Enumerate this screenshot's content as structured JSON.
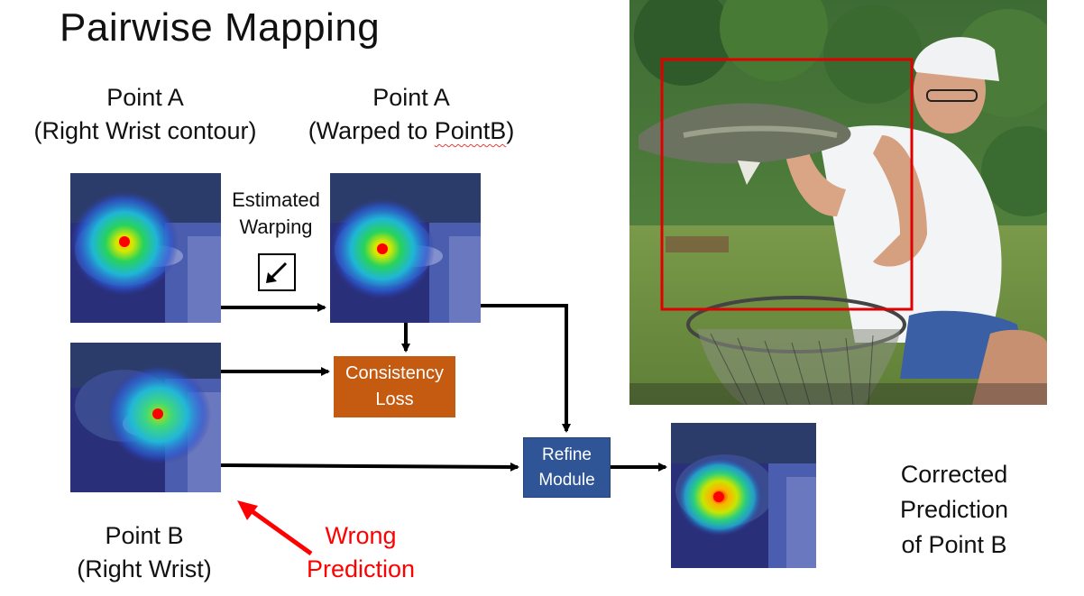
{
  "title": "Pairwise Mapping",
  "point_a_label": {
    "line1": "Point A",
    "line2": "(Right Wrist contour)"
  },
  "point_a_warped_label": {
    "line1": "Point A",
    "line2a": "(Warped to ",
    "line2b": "PointB",
    "line2c": ")"
  },
  "estimated_warping": {
    "line1": "Estimated",
    "line2": "Warping"
  },
  "consistency_loss": {
    "line1": "Consistency",
    "line2": "Loss"
  },
  "refine_module": {
    "line1": "Refine",
    "line2": "Module"
  },
  "point_b_label": {
    "line1": "Point B",
    "line2": "(Right Wrist)"
  },
  "wrong_prediction": {
    "line1": "Wrong",
    "line2": "Prediction"
  },
  "corrected_label": {
    "line1": "Corrected",
    "line2": "Prediction",
    "line3": "of Point B"
  },
  "colors": {
    "consistency_box": "#c55a11",
    "refine_box": "#2f5597",
    "wrong_text": "#ff0000",
    "bbox": "#e00000",
    "keypoint": "#ff0000"
  }
}
